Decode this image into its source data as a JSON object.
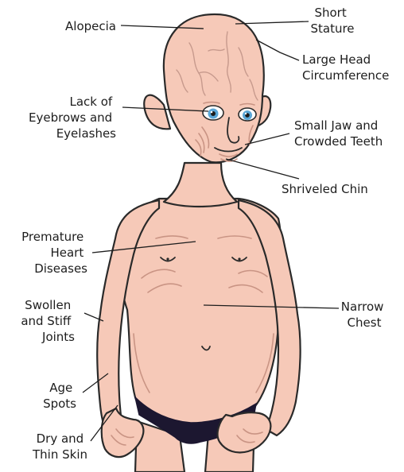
{
  "labels": {
    "alopecia": [
      "Alopecia"
    ],
    "short_stature": [
      "Short",
      "Stature"
    ],
    "large_head": [
      "Large Head",
      "Circumference"
    ],
    "lack_eyebrows": [
      "Lack of",
      "Eyebrows and",
      "Eyelashes"
    ],
    "small_jaw": [
      "Small Jaw and",
      "Crowded Teeth"
    ],
    "shriveled_chin": [
      "Shriveled Chin"
    ],
    "heart_diseases": [
      "Premature",
      "Heart",
      "Diseases"
    ],
    "swollen_joints": [
      "Swollen",
      "and Stiff",
      "Joints"
    ],
    "narrow_chest": [
      "Narrow",
      "Chest"
    ],
    "age_spots": [
      "Age",
      "Spots"
    ],
    "dry_skin": [
      "Dry and",
      "Thin Skin"
    ]
  },
  "colors": {
    "skin": "#f6c9b8",
    "outline": "#2a2a2a",
    "iris": "#5aa6d6",
    "underwear": "#1c1730",
    "text": "#1d1d1d"
  }
}
